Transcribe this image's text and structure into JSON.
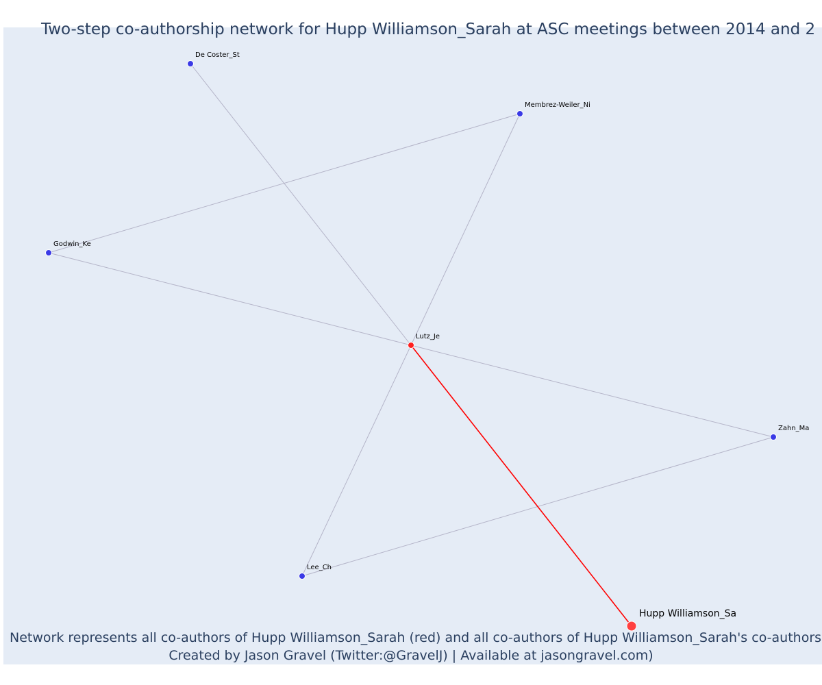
{
  "title": "Two-step co-authorship network for Hupp Williamson_Sarah at ASC meetings between 2014 and 2",
  "caption": {
    "line1": "Network represents all co-authors of Hupp Williamson_Sarah (red) and all co-authors of Hupp Williamson_Sarah's co-authors (bl",
    "line2": "Created by Jason Gravel (Twitter:@GravelJ) | Available at jasongravel.com)"
  },
  "colors": {
    "background": "#e5ecf6",
    "focal_node": "#ff4040",
    "coauthor_node": "#ff2020",
    "second_step_node": "#3a3ae6",
    "focal_edge": "#ff0000",
    "other_edge": "#b4b4c8",
    "text": "#2a3f5f"
  },
  "network": {
    "nodes": [
      {
        "id": "hupp",
        "label": "Hupp Williamson_Sa",
        "role": "focal"
      },
      {
        "id": "lutz",
        "label": "Lutz_Je",
        "role": "coauthor"
      },
      {
        "id": "decoster",
        "label": "De Coster_St",
        "role": "second-step"
      },
      {
        "id": "membrez",
        "label": "Membrez-Weiler_Ni",
        "role": "second-step"
      },
      {
        "id": "godwin",
        "label": "Godwin_Ke",
        "role": "second-step"
      },
      {
        "id": "zahn",
        "label": "Zahn_Ma",
        "role": "second-step"
      },
      {
        "id": "lee",
        "label": "Lee_Ch",
        "role": "second-step"
      }
    ],
    "edges": [
      {
        "source": "lutz",
        "target": "hupp",
        "focal": true
      },
      {
        "source": "lutz",
        "target": "decoster",
        "focal": false
      },
      {
        "source": "lutz",
        "target": "membrez",
        "focal": false
      },
      {
        "source": "lutz",
        "target": "godwin",
        "focal": false
      },
      {
        "source": "lutz",
        "target": "zahn",
        "focal": false
      },
      {
        "source": "lutz",
        "target": "lee",
        "focal": false
      },
      {
        "source": "godwin",
        "target": "membrez",
        "focal": false
      },
      {
        "source": "lee",
        "target": "zahn",
        "focal": false
      }
    ]
  }
}
